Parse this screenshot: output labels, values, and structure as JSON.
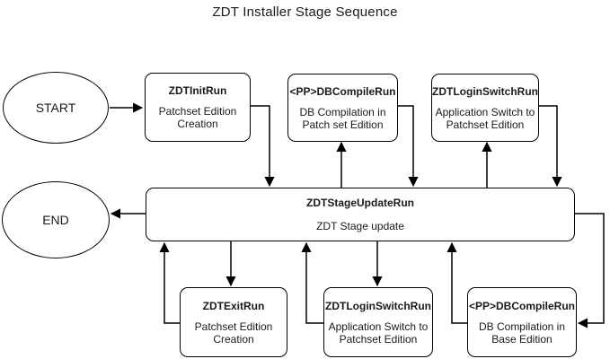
{
  "title": "ZDT Installer Stage Sequence",
  "colors": {
    "stroke": "#000000",
    "node_fill": "#ffffff",
    "text": "#1a1a1a"
  },
  "terminals": [
    {
      "id": "start",
      "label": "START"
    },
    {
      "id": "end",
      "label": "END"
    }
  ],
  "nodes": [
    {
      "id": "zdt-init-run",
      "title": "ZDTInitRun",
      "subtitle": "Patchset Edition\nCreation"
    },
    {
      "id": "pp-db-compile-run-top",
      "title": "<PP>DBCompileRun",
      "subtitle": "DB Compilation in\nPatch set Edition"
    },
    {
      "id": "zdt-login-switch-run-top",
      "title": "ZDTLoginSwitchRun",
      "subtitle": "Application Switch to\nPatchset Edition"
    },
    {
      "id": "zdt-stage-update-run",
      "title": "ZDTStageUpdateRun",
      "subtitle": "ZDT Stage update"
    },
    {
      "id": "zdt-exit-run",
      "title": "ZDTExitRun",
      "subtitle": "Patchset Edition\nCreation"
    },
    {
      "id": "zdt-login-switch-run-bottom",
      "title": "ZDTLoginSwitchRun",
      "subtitle": "Application Switch to\nPatchset Edition"
    },
    {
      "id": "pp-db-compile-run-bottom",
      "title": "<PP>DBCompileRun",
      "subtitle": "DB Compilation in\nBase Edition"
    }
  ]
}
